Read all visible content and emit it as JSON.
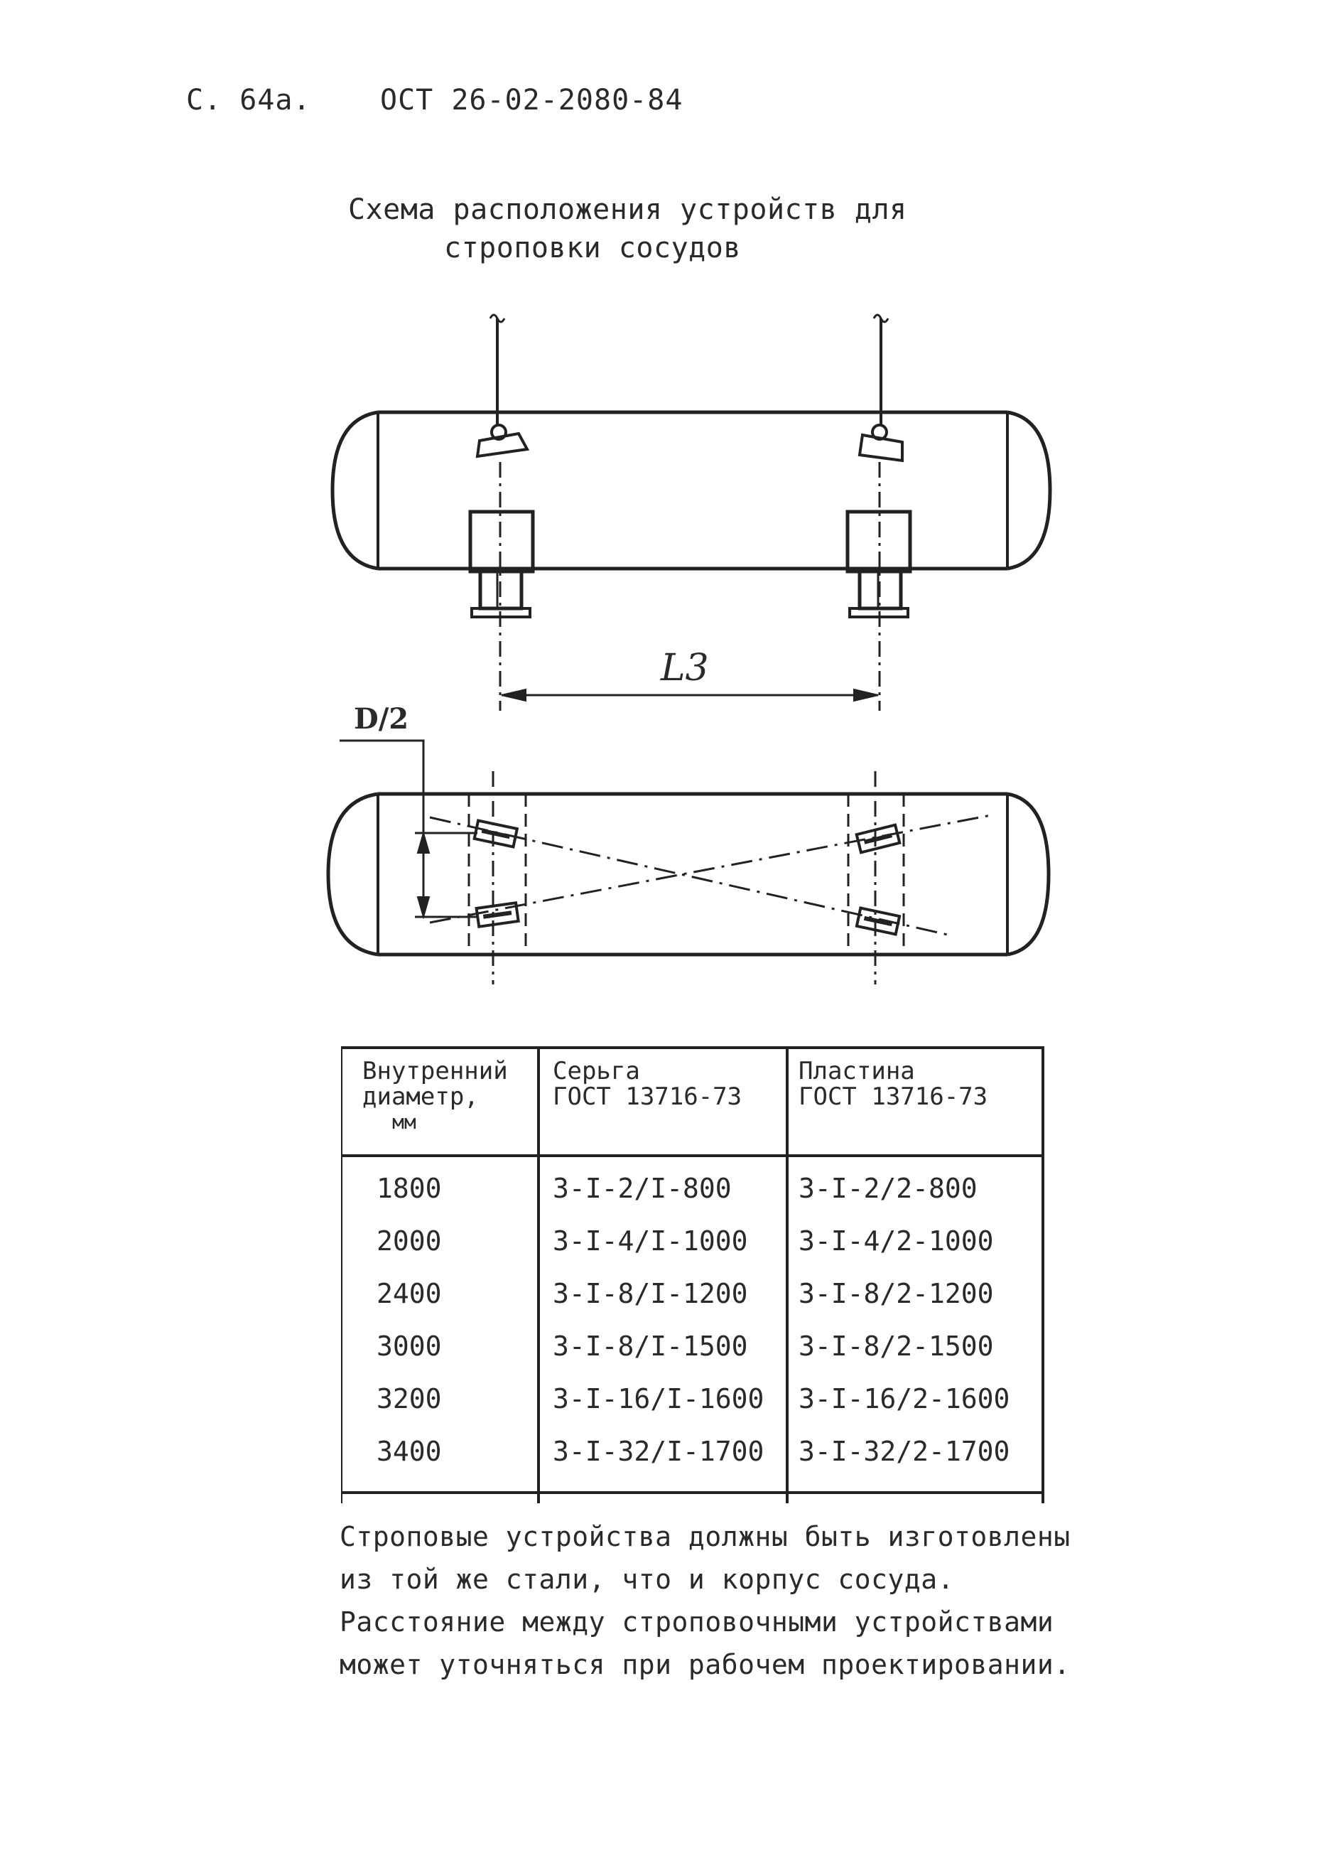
{
  "header": {
    "page_no": "С. 64а.",
    "standard": "ОСТ 26-02-2080-84"
  },
  "title": {
    "line1": "Схема расположения устройств  для",
    "line2": "строповки сосудов"
  },
  "drawing": {
    "dimension_length": "L3",
    "dimension_half_diameter": "D/2"
  },
  "table": {
    "headers": [
      {
        "line1": "Внутренний",
        "line2": "диаметр,",
        "line3": "мм"
      },
      {
        "line1": "Серьга",
        "line2": "ГОСТ 13716-73"
      },
      {
        "line1": "Пластина",
        "line2": "ГОСТ 13716-73"
      }
    ],
    "rows": [
      [
        "1800",
        "3-I-2/I-800",
        "3-I-2/2-800"
      ],
      [
        "2000",
        "3-I-4/I-1000",
        "3-I-4/2-1000"
      ],
      [
        "2400",
        "3-I-8/I-1200",
        "3-I-8/2-1200"
      ],
      [
        "3000",
        "3-I-8/I-1500",
        "3-I-8/2-1500"
      ],
      [
        "3200",
        "3-I-16/I-1600",
        "3-I-16/2-1600"
      ],
      [
        "3400",
        "3-I-32/I-1700",
        "3-I-32/2-1700"
      ]
    ]
  },
  "note": {
    "line1": "Строповые устройства должны быть изготовлены",
    "line2": "из той же стали, что и корпус сосуда.",
    "line3": "Расстояние между строповочными устройствами",
    "line4": "может уточняться при рабочем проектировании."
  }
}
